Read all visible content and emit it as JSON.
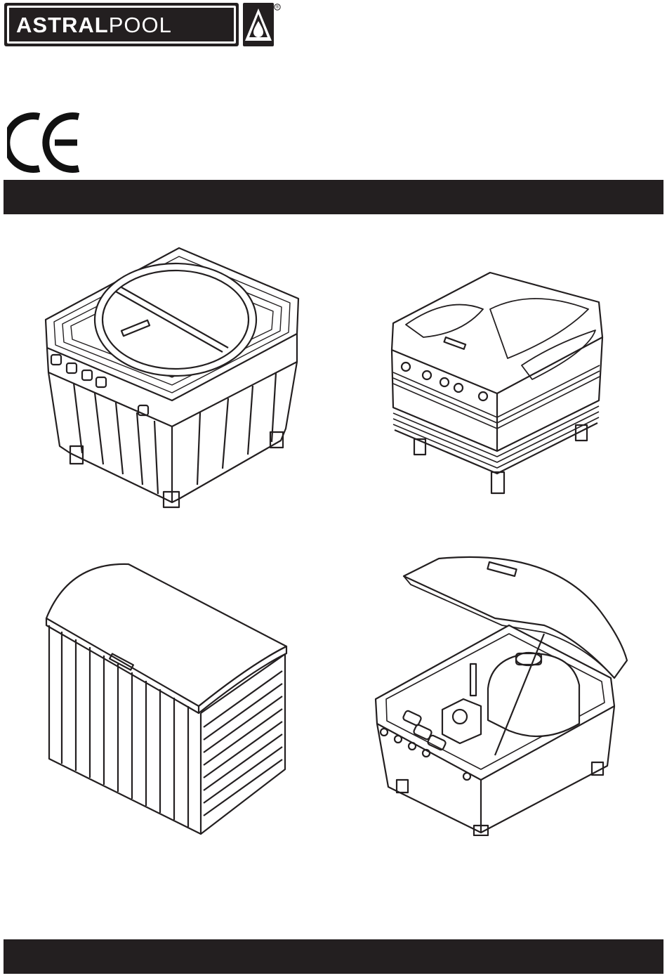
{
  "brand": {
    "name_bold": "ASTRAL",
    "name_regular": "POOL",
    "registered": "®"
  },
  "products": [
    {
      "id": "p1",
      "icon": "filter-box-round-grate-lid-illustration"
    },
    {
      "id": "p2",
      "icon": "filter-box-closed-lid-illustration"
    },
    {
      "id": "p3",
      "icon": "filter-shed-enclosure-illustration"
    },
    {
      "id": "p4",
      "icon": "filter-box-open-lid-illustration"
    }
  ],
  "colors": {
    "band": "#231f20",
    "line": "#231f20",
    "background": "#ffffff"
  }
}
